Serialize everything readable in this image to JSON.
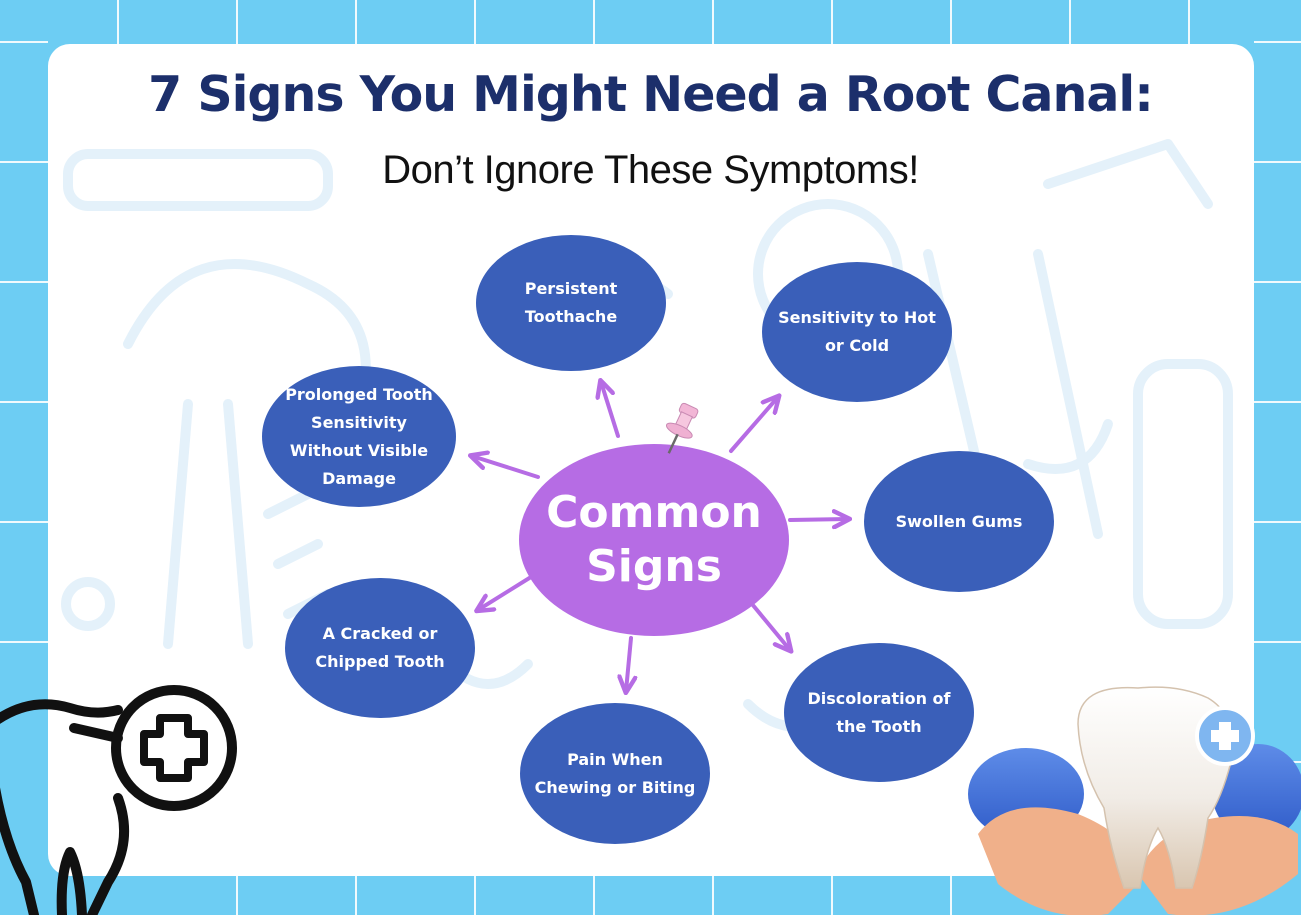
{
  "title": "7 Signs You Might Need a Root Canal:",
  "subtitle": "Don’t Ignore These Symptoms!",
  "colors": {
    "frame": "#6dcdf3",
    "card": "#ffffff",
    "title": "#1c2f6b",
    "node": "#3a5fb9",
    "center": "#b66ce4",
    "arrow": "#b66ce4"
  },
  "center": {
    "label": "Common Signs"
  },
  "signs": [
    {
      "id": "persistent-toothache",
      "label": "Persistent Toothache"
    },
    {
      "id": "sensitivity-hot-cold",
      "label": "Sensitivity to Hot or Cold"
    },
    {
      "id": "swollen-gums",
      "label": "Swollen Gums"
    },
    {
      "id": "discoloration",
      "label": "Discoloration of the Tooth"
    },
    {
      "id": "pain-chewing",
      "label": "Pain When Chewing or Biting"
    },
    {
      "id": "cracked-tooth",
      "label": "A Cracked or Chipped Tooth"
    },
    {
      "id": "prolonged-sensitivity",
      "label": "Prolonged Tooth Sensitivity Without Visible Damage"
    }
  ],
  "icons": [
    "push-pin-icon",
    "tooth-with-plus-icon",
    "hands-holding-tooth-illustration"
  ]
}
